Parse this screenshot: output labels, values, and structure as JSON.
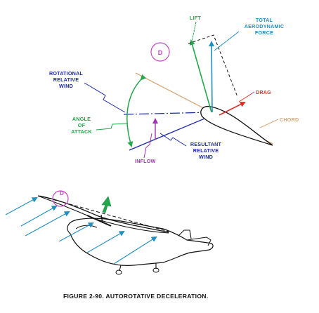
{
  "diagram": {
    "labels": {
      "lift": "LIFT",
      "total_force": [
        "TOTAL",
        "AERODYNAMIC",
        "FORCE"
      ],
      "drag": "DRAG",
      "chord": "CHORD",
      "rotational_relative_wind": [
        "ROTATIONAL",
        "RELATIVE",
        "WIND"
      ],
      "angle_of_attack": [
        "ANGLE",
        "OF",
        "ATTACK"
      ],
      "inflow": "INFLOW",
      "resultant_relative_wind": [
        "RESULTANT",
        "RELATIVE",
        "WIND"
      ],
      "region_marker_top": "D",
      "region_marker_bottom": "D"
    },
    "caption": "FIGURE 2-90. AUTOROTATIVE DECELERATION.",
    "colors": {
      "lift": "#22a84a",
      "total_force": "#1f8fbf",
      "drag": "#d9302a",
      "chord": "#d9a77a",
      "rotational_wind": "#1c2aa8",
      "angle_of_attack": "#22a84a",
      "inflow": "#a032b4",
      "resultant_wind": "#1c2aa8",
      "region_marker": "#c048c0",
      "airflow_arrows": "#1f8fbf",
      "outline": "#111111"
    }
  }
}
